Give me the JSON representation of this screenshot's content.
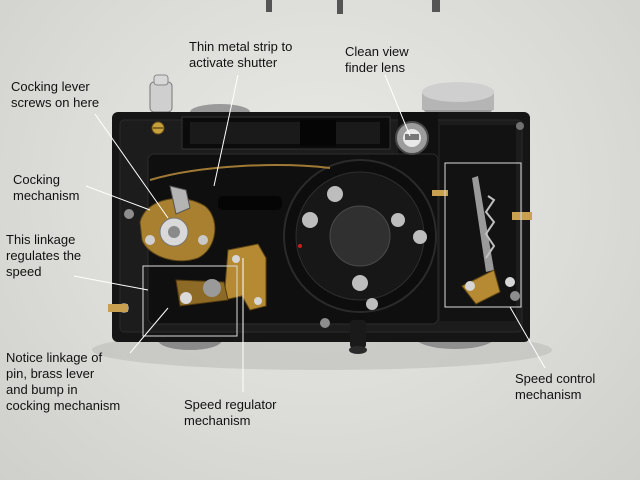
{
  "annotations": {
    "thin_strip": "Thin metal strip to\nactivate shutter",
    "finder_lens": "Clean view\nfinder lens",
    "cocking_screw": "Cocking lever\nscrews on here",
    "cocking_mech": "Cocking\nmechanism",
    "linkage_speed": "This linkage\nregulates the\nspeed",
    "notice_linkage": "Notice linkage of\npin, brass lever\nand bump in\ncocking mechanism",
    "speed_regulator": "Speed regulator\nmechanism",
    "speed_control": "Speed control\nmechanism"
  },
  "colors": {
    "background": "#dcdcd8",
    "body": "#111111",
    "brass": "#b8892f",
    "label_text": "#111111",
    "leader_line": "#ffffff"
  }
}
